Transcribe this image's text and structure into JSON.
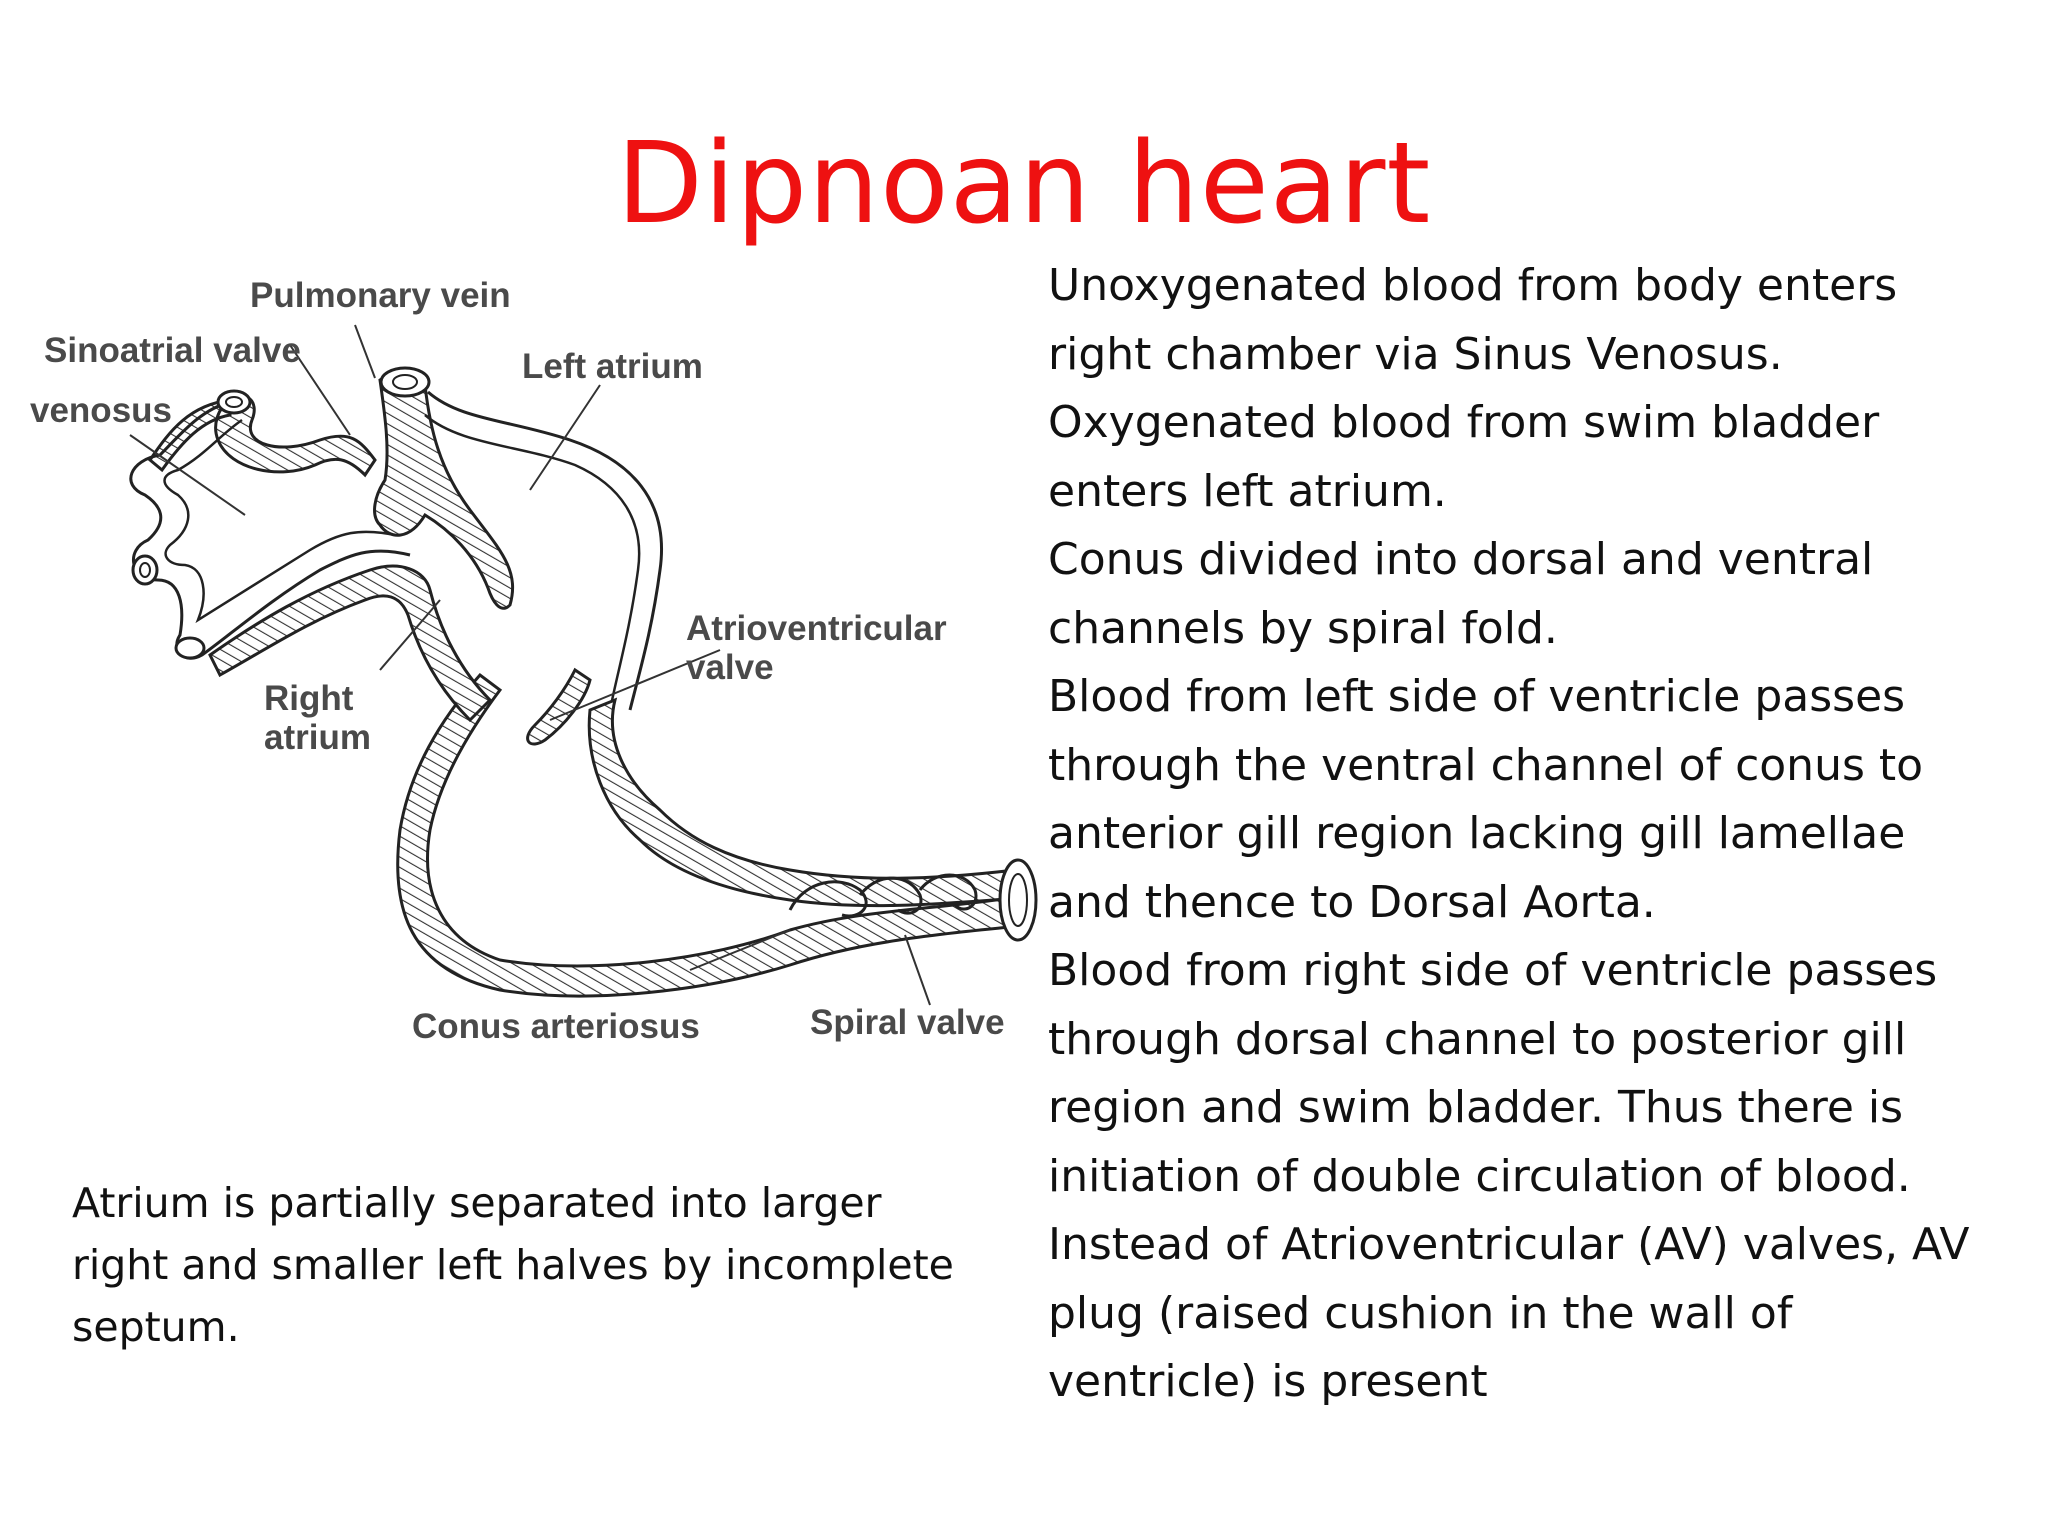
{
  "slide": {
    "title": "Dipnoan heart",
    "title_color": "#ee1111",
    "right_paragraph_lines": [
      "Unoxygenated blood from body enters",
      "right chamber via Sinus Venosus.",
      "Oxygenated blood from swim bladder",
      "enters left atrium.",
      "Conus divided into dorsal and ventral",
      "channels by spiral fold.",
      "Blood from left side of ventricle passes",
      "through the ventral channel of conus to",
      "anterior gill region lacking gill lamellae",
      "and thence to Dorsal Aorta.",
      "Blood from right side of ventricle passes",
      "through dorsal channel to posterior gill",
      "region and swim bladder. Thus there is",
      "initiation of double circulation of blood.",
      "Instead of Atrioventricular (AV) valves, AV",
      "plug (raised cushion in the wall of",
      "ventricle) is present"
    ],
    "left_paragraph_lines": [
      "Atrium is partially separated into larger",
      "right and smaller left halves by incomplete",
      "septum."
    ]
  },
  "diagram": {
    "labels": {
      "pulmonary_vein": "Pulmonary vein",
      "sinoatrial_valve": "Sinoatrial valve",
      "venosus": "venosus",
      "left_atrium": "Left atrium",
      "av_valve_line1": "Atrioventricular",
      "av_valve_line2": "valve",
      "right_atrium_line1": "Right",
      "right_atrium_line2": "atrium",
      "conus_arteriosus": "Conus arteriosus",
      "spiral_valve": "Spiral valve"
    },
    "label_color": "#4a4a4a"
  }
}
